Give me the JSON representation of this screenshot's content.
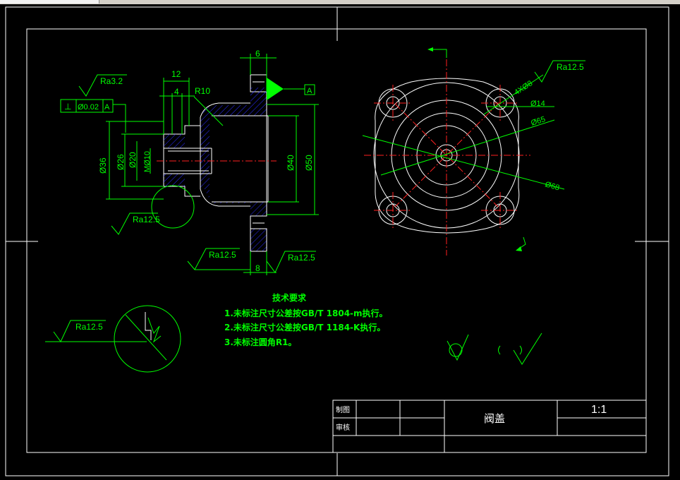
{
  "colors": {
    "background": "#000000",
    "frame": "#ffffff",
    "dimension": "#00ff00",
    "centerline": "#ff2020",
    "hatch": "#2a2aff"
  },
  "dims": {
    "d6": "6",
    "d12": "12",
    "d4": "4",
    "r10": "R10",
    "d36": "Ø36",
    "d26": "Ø26",
    "d20": "Ø20",
    "m10": "MØ10",
    "d40": "Ø40",
    "d50": "Ø50",
    "d8": "8",
    "holes": "4XØ8",
    "d14": "Ø14",
    "d65": "Ø65",
    "d68": "Ø68"
  },
  "roughness": {
    "ra32": "Ra3.2",
    "ra125": "Ra12.5"
  },
  "tolerance": {
    "symbol": "⊥",
    "value": "Ø0.02",
    "datum": "A"
  },
  "datum_label": "A",
  "notes": {
    "title": "技术要求",
    "items": [
      "1.未标注尺寸公差按GB/T  1804-m执行。",
      "2.未标注尺寸公差按GB/T  1184-K执行。",
      "3.未标注圆角R1。"
    ]
  },
  "title_block": {
    "part_name": "阀盖",
    "scale": "1:1",
    "row1_label": "制图",
    "row2_label": "审核"
  }
}
